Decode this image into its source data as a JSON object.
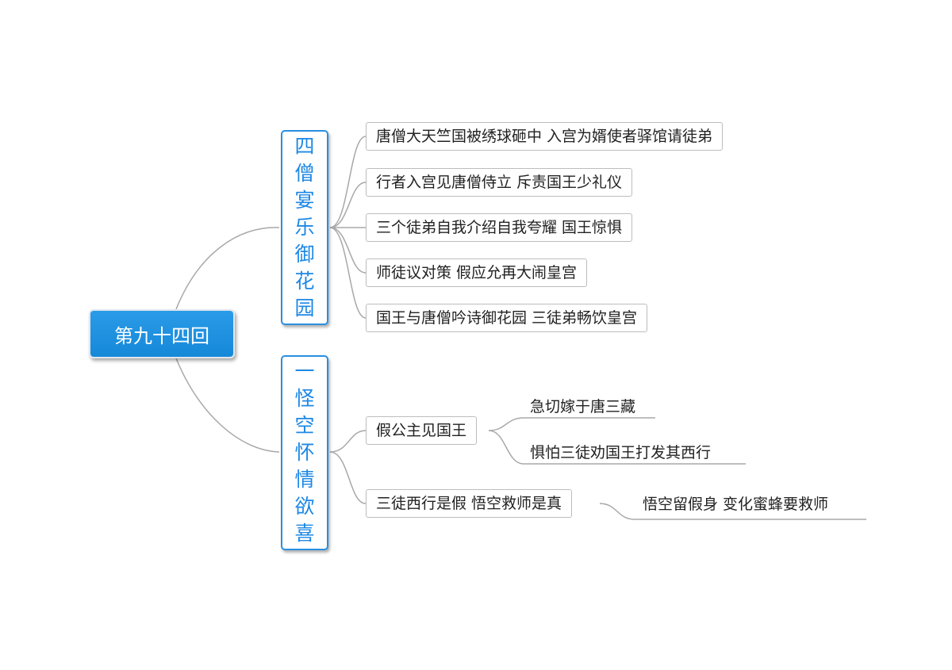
{
  "root": {
    "label": "第九十四回"
  },
  "branches": [
    {
      "label": "四僧宴乐御花园",
      "children": [
        "唐僧大天竺国被绣球砸中 入宫为婿使者驿馆请徒弟",
        "行者入宫见唐僧侍立 斥责国王少礼仪",
        "三个徒弟自我介绍自我夸耀 国王惊惧",
        "师徒议对策 假应允再大闹皇宫",
        "国王与唐僧吟诗御花园 三徒弟畅饮皇宫"
      ]
    },
    {
      "label": "一怪空怀情欲喜",
      "children": [
        {
          "label": "假公主见国王",
          "children": [
            "急切嫁于唐三藏",
            "惧怕三徒劝国王打发其西行"
          ]
        },
        {
          "label": "三徒西行是假 悟空救师是真",
          "children": [
            "悟空留假身 变化蜜蜂要救师"
          ]
        }
      ]
    }
  ],
  "colors": {
    "root_fill": "#1e90e0",
    "branch_border": "#2a8fe0",
    "branch_text": "#1e88e5",
    "connector": "#a8a8a8"
  }
}
